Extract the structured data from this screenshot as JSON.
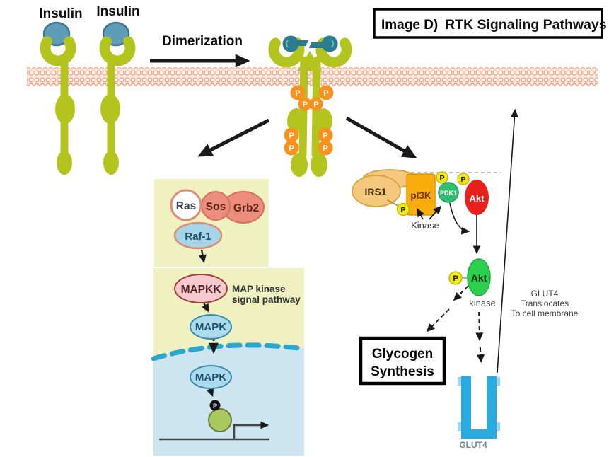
{
  "figure": {
    "title": {
      "prefix": "Image D)",
      "name": "RTK Signaling Pathways"
    },
    "membrane_region": {
      "insulin_1": "Insulin",
      "insulin_2": "Insulin",
      "dimerization": "Dimerization"
    },
    "phospho": {
      "label": "P"
    },
    "map_pathway": {
      "ras": "Ras",
      "sos": "Sos",
      "grb2": "Grb2",
      "raf1": "Raf-1",
      "mapkk": "MAPKK",
      "mapk_cytoplasm": "MAPK",
      "mapk_nucleus": "MAPK",
      "caption_line1": "MAP kinase",
      "caption_line2": "signal pathway"
    },
    "pi3k_pathway": {
      "irs1": "IRS1",
      "pi3k": "pI3K",
      "pdk1": "PDK1",
      "akt_membrane": "Akt",
      "kinase_label": "Kinase",
      "akt_active": "Akt",
      "kinase_sub": "kinase",
      "glycogen_line1": "Glycogen",
      "glycogen_line2": "Synthesis",
      "glut4_label": "GLUT4",
      "translocation_line1": "GLUT4",
      "translocation_line2": "Translocates",
      "translocation_line3": "To cell membrane"
    },
    "colors": {
      "receptor_green": "#b3c41f",
      "insulin_blue": "#5f9cb8",
      "insulin_blue_border": "#3c7693",
      "dimer_teal": "#2a7d8e",
      "phospho_orange": "#f6921e",
      "phospho_yellow": "#f2e813",
      "membrane_ring": "#f2a183",
      "membrane_bg": "#fbe9e1",
      "panel_yellow": "#eff1c1",
      "nucleus_fill": "#cde4f1",
      "nucleus_border": "#2ba6cf",
      "ras_fill": "#ffffff",
      "sos_grb2_fill": "#ec8e7d",
      "raf_fill": "#a5d6e8",
      "mapkk_fill": "#f7c9ce",
      "mapk_fill": "#abdbec",
      "tf_green": "#a9c95e",
      "irs1_fill": "#f4c87d",
      "pi3k_fill": "#f7ae0d",
      "pdk1_fill": "#2fbf71",
      "akt_red": "#e9211d",
      "akt_green": "#2bd14e",
      "glut4_blue": "#29abe2",
      "arrow_black": "#1a1a1a"
    }
  }
}
